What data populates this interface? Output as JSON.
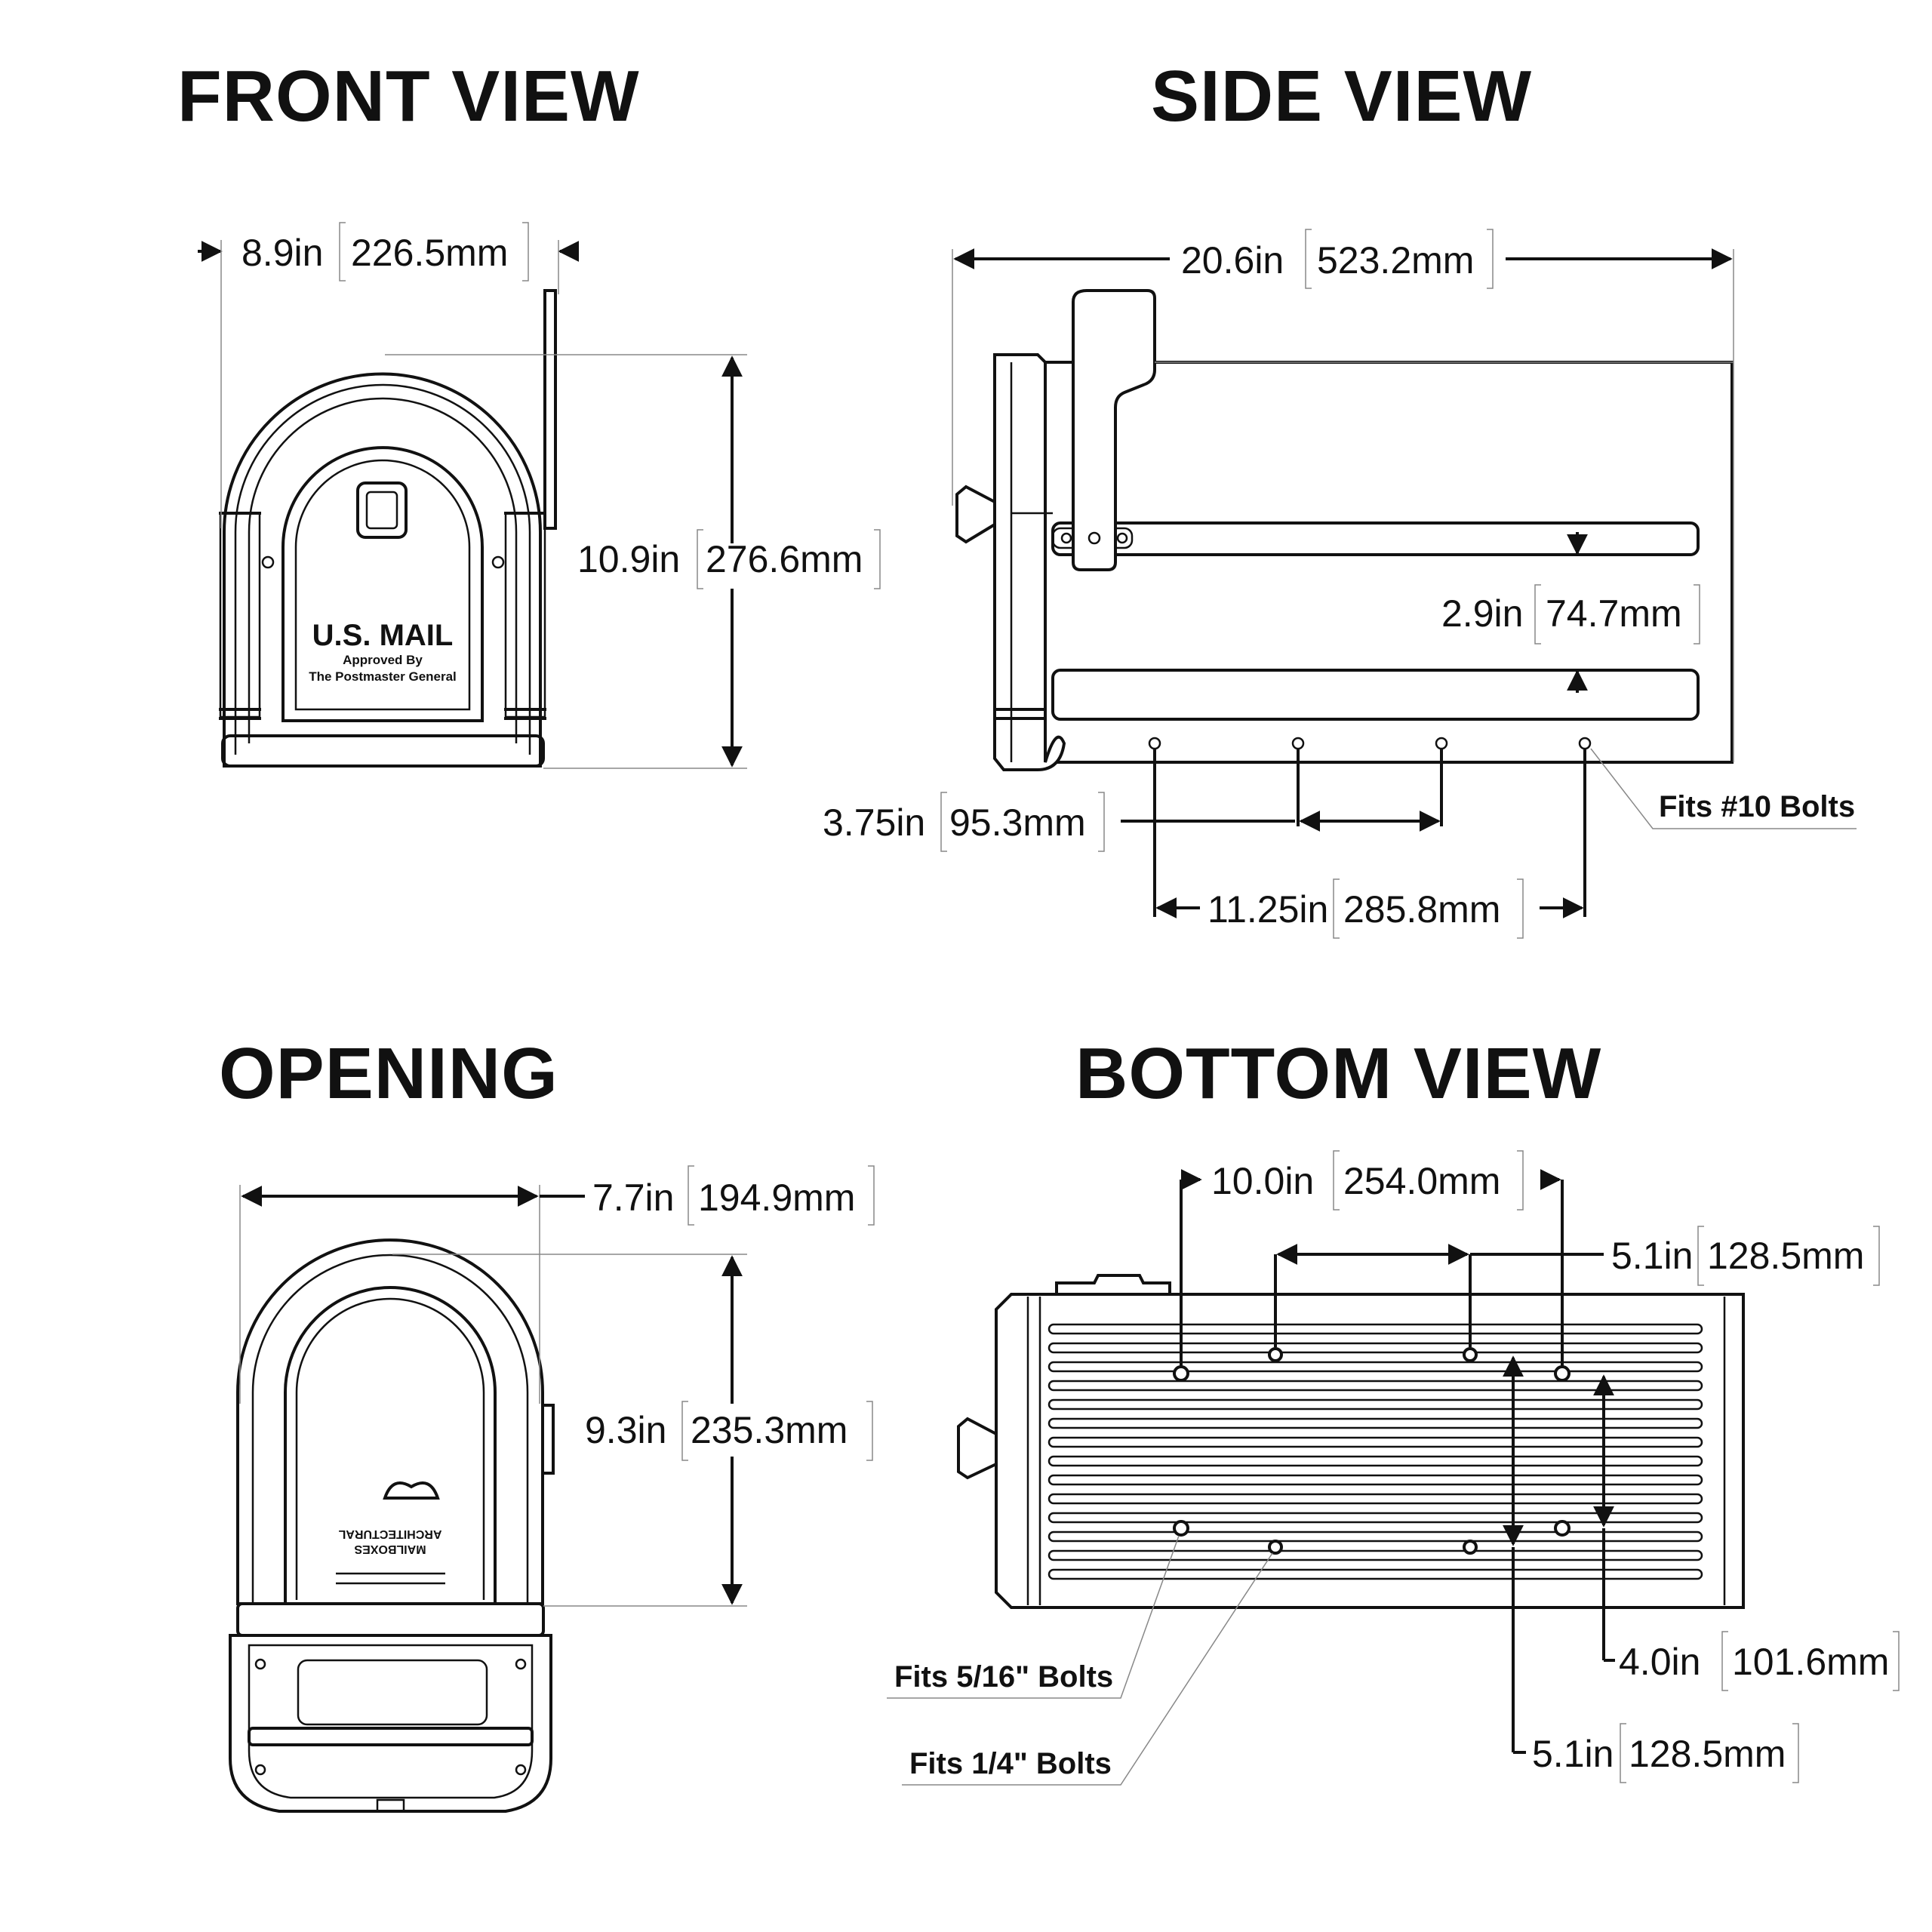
{
  "titles": {
    "front": "FRONT VIEW",
    "side": "SIDE VIEW",
    "opening": "OPENING",
    "bottom": "BOTTOM VIEW"
  },
  "front": {
    "width_in": "8.9in",
    "width_mm": "226.5mm",
    "height_in": "10.9in",
    "height_mm": "276.6mm",
    "door_label": "U.S. MAIL",
    "door_sub1": "Approved By",
    "door_sub2": "The Postmaster General"
  },
  "side": {
    "length_in": "20.6in",
    "length_mm": "523.2mm",
    "rail_gap_in": "2.9in",
    "rail_gap_mm": "74.7mm",
    "bolt_short_in": "3.75in",
    "bolt_short_mm": "95.3mm",
    "bolt_long_in": "11.25in",
    "bolt_long_mm": "285.8mm",
    "bolt_note": "Fits #10 Bolts"
  },
  "opening": {
    "width_in": "7.7in",
    "width_mm": "194.9mm",
    "height_in": "9.3in",
    "height_mm": "235.3mm",
    "plate_line1": "ARCHITECTURAL",
    "plate_line2": "MAILBOXES"
  },
  "bottom": {
    "span_in": "10.0in",
    "span_mm": "254.0mm",
    "inner_in": "5.1in",
    "inner_mm": "128.5mm",
    "right_in": "4.0in",
    "right_mm": "101.6mm",
    "vert_in": "5.1in",
    "vert_mm": "128.5mm",
    "note_516": "Fits 5/16\" Bolts",
    "note_14": "Fits 1/4\" Bolts"
  }
}
